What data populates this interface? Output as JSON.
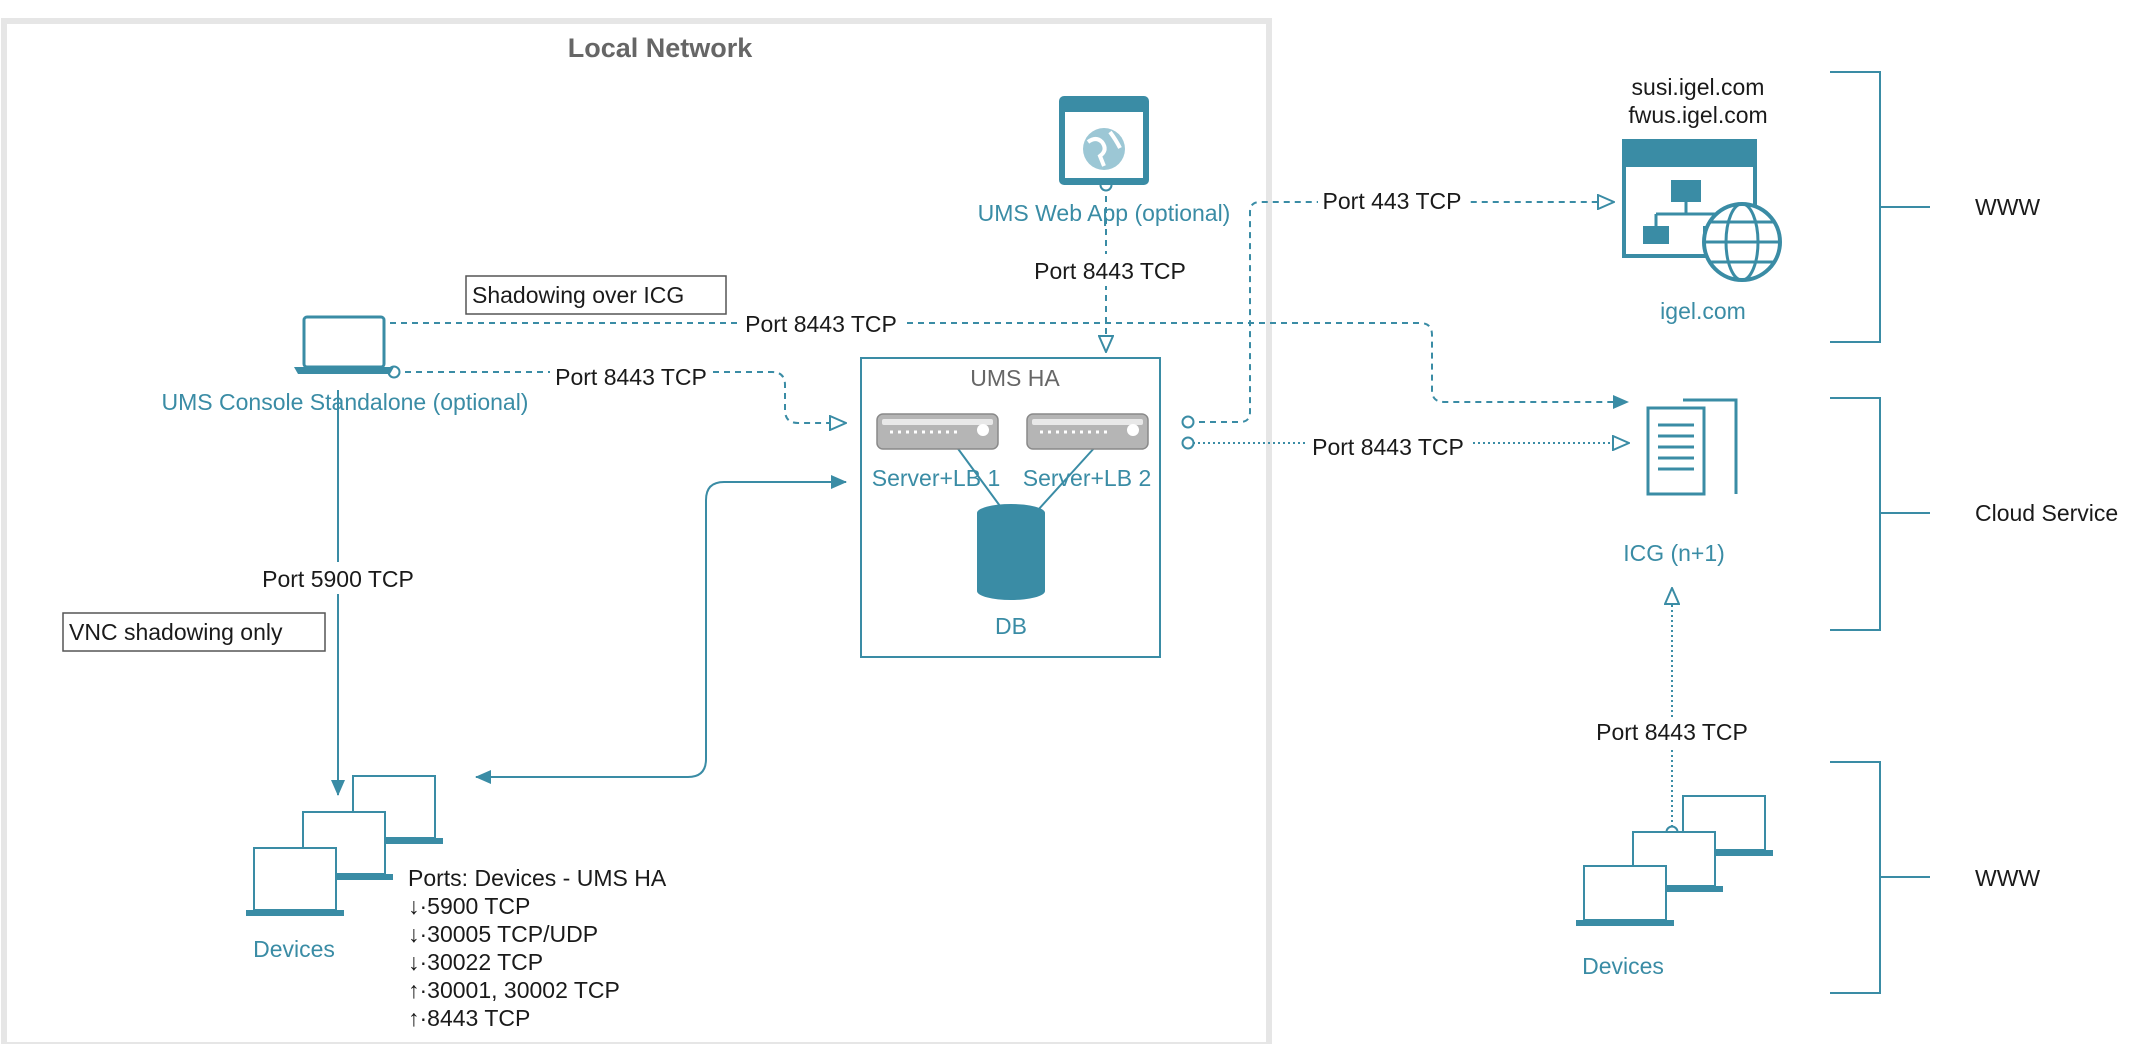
{
  "local_network": {
    "title": "Local Network"
  },
  "web_app": {
    "label": "UMS Web App (optional)",
    "port": "Port 8443 TCP"
  },
  "console": {
    "label": "UMS Console Standalone (optional)",
    "port_to_icg": "Port 8443 TCP",
    "port_to_ha": "Port 8443 TCP",
    "port_to_devices": "Port 5900 TCP"
  },
  "notes": {
    "shadowing_icg": "Shadowing over ICG",
    "vnc_only": "VNC shadowing only"
  },
  "ums_ha": {
    "title": "UMS HA",
    "server1": "Server+LB 1",
    "server2": "Server+LB 2",
    "db": "DB"
  },
  "internet": {
    "hosts": [
      "susi.igel.com",
      "fwus.igel.com"
    ],
    "igel_label": "igel.com",
    "port_443": "Port 443 TCP",
    "port_icg": "Port 8443 TCP",
    "port_remote_devices": "Port 8443 TCP"
  },
  "icg": {
    "label": "ICG (n+1)"
  },
  "local_devices": {
    "label": "Devices",
    "ports_title": "Ports: Devices - UMS HA",
    "ports": [
      "5900 TCP",
      "30005 TCP/UDP",
      "30022 TCP",
      "30001, 30002 TCP",
      "8443 TCP"
    ],
    "port_dirs": [
      "↓",
      "↓",
      "↓",
      "↑",
      "↑"
    ]
  },
  "remote_devices": {
    "label": "Devices"
  },
  "zones": {
    "www_top": "WWW",
    "cloud": "Cloud Service",
    "www_bottom": "WWW"
  },
  "colors": {
    "teal": "#3a8ca5",
    "frame": "#e6e6e6",
    "text": "#1a1a1a"
  }
}
